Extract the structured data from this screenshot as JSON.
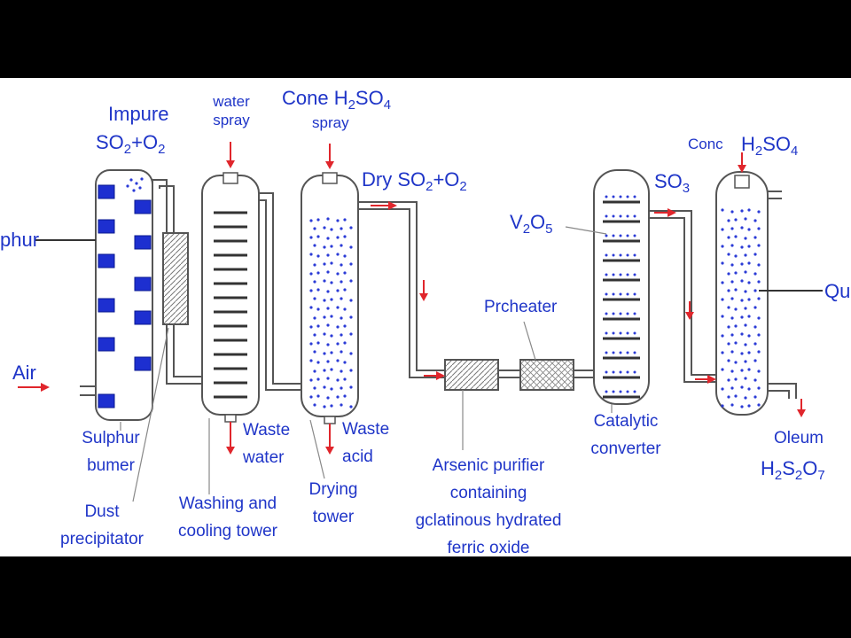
{
  "labels": {
    "impure": "Impure",
    "so2_a": "SO",
    "so2_a_sub": "2",
    "so2_a_rest": "+O",
    "so2_a_sub2": "2",
    "water_spray_1": "water",
    "water_spray_2": "spray",
    "cone": "Cone H",
    "cone_sub": "2",
    "cone_so": "SO",
    "cone_sub2": "4",
    "cone_spray": "spray",
    "dry": "Dry SO",
    "dry_sub": "2",
    "dry_rest": "+O",
    "dry_sub2": "2",
    "so3": "SO",
    "so3_sub": "3",
    "conc": "Conc",
    "conc_h": "H",
    "conc_sub": "2",
    "conc_so": "SO",
    "conc_sub2": "4",
    "v2o5_v": "V",
    "v2o5_sub": "2",
    "v2o5_o": "O",
    "v2o5_sub2": "5",
    "sulphur_in": "phur",
    "air": "Air",
    "qu": "Qu",
    "preheater": "Prcheater",
    "burner_1": "Sulphur",
    "burner_2": "bumer",
    "dust_1": "Dust",
    "dust_2": "precipitator",
    "washing_1": "Washing and",
    "washing_2": "cooling tower",
    "waste_water_1": "Waste",
    "waste_water_2": "water",
    "drying_1": "Drying",
    "drying_2": "tower",
    "waste_acid_1": "Waste",
    "waste_acid_2": "acid",
    "arsenic_1": "Arsenic purifier",
    "arsenic_2": "containing",
    "arsenic_3": "gclatinous hydrated",
    "arsenic_4": "ferric oxide",
    "catalytic_1": "Catalytic",
    "catalytic_2": "converter",
    "oleum": "Oleum",
    "h2s2o7_h": "H",
    "h2s2o7_s1": "2",
    "h2s2o7_s": "S",
    "h2s2o7_s2": "2",
    "h2s2o7_o": "O",
    "h2s2o7_s3": "7"
  },
  "colors": {
    "text": "#1f35c8",
    "arrow": "#e0262c",
    "outline": "#555555",
    "block": "#1d2fd0",
    "dot": "#2b3bd6"
  }
}
